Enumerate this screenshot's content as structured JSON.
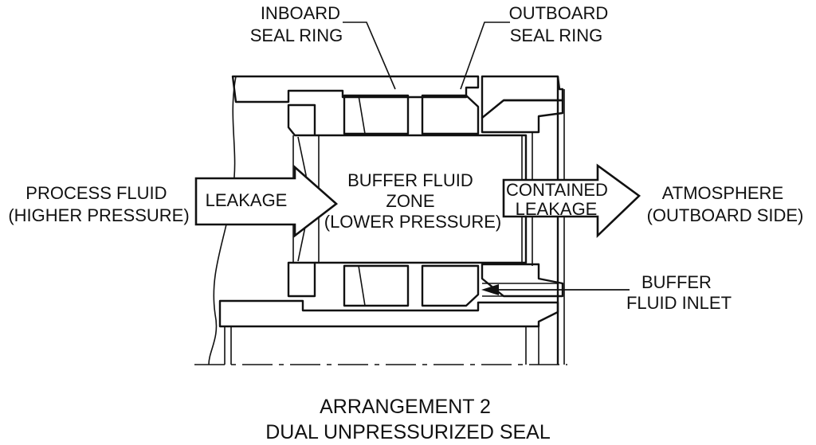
{
  "labels": {
    "inboard_seal_ring": [
      "INBOARD",
      "SEAL RING"
    ],
    "outboard_seal_ring": [
      "OUTBOARD",
      "SEAL RING"
    ],
    "process_fluid": [
      "PROCESS FLUID",
      "(HIGHER PRESSURE)"
    ],
    "leakage": "LEAKAGE",
    "buffer_fluid_zone": [
      "BUFFER FLUID",
      "ZONE",
      "(LOWER PRESSURE)"
    ],
    "contained_leakage": [
      "CONTAINED",
      "LEAKAGE"
    ],
    "atmosphere": [
      "ATMOSPHERE",
      "(OUTBOARD SIDE)"
    ],
    "buffer_fluid_inlet": [
      "BUFFER",
      "FLUID INLET"
    ]
  },
  "title": [
    "ARRANGEMENT 2",
    "DUAL UNPRESSURIZED SEAL"
  ]
}
